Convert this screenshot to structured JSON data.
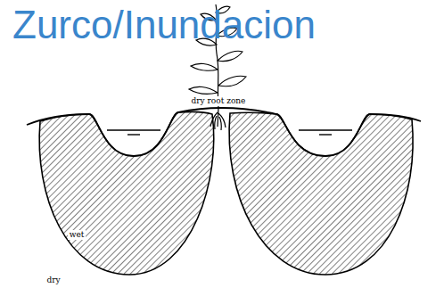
{
  "diagram": {
    "title": "Zurco/Inundacion",
    "labels": [
      "dry root zone",
      "wet",
      "dry"
    ]
  }
}
